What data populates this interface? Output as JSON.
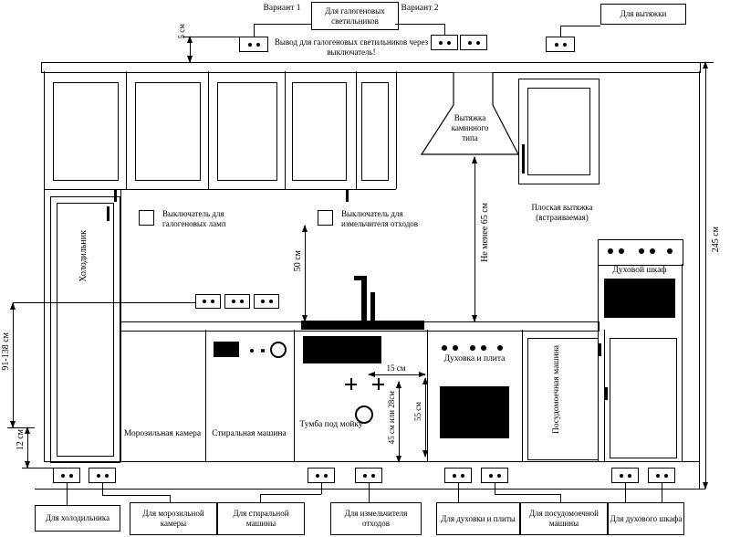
{
  "colors": {
    "line": "#000000",
    "background": "#ffffff"
  },
  "top": {
    "variant1": "Вариант 1",
    "variant2": "Вариант 2",
    "halogen_box": "Для галогеновых светильников",
    "hood_box": "Для вытяжки",
    "note": "Вывод для галогеновых светильников через выключатель!"
  },
  "wall": {
    "chimney_hood": "Вытяжка каминного типа",
    "flat_hood": "Плоская вытяжка (встраиваемая)",
    "switch_halogen": "Выключатель для галогеновых ламп",
    "switch_grinder": "Выключатель для измельчителя отходов",
    "oven_label": "Духовой шкаф"
  },
  "base": {
    "fridge": "Холодильник",
    "freezer": "Морозильная камера",
    "washer": "Стиральная машина",
    "sink_cabinet": "Тумба под мойку",
    "stove": "Духовка и плита",
    "dishwasher": "Посудомоечная машина"
  },
  "dimensions": {
    "d5": "5 см",
    "d50": "50 см",
    "d65": "Не менее 65 см",
    "d245": "245 см",
    "d91": "91-138 см",
    "d12": "12 см",
    "d15": "15 см",
    "d45": "45 см или 28см",
    "d55": "55 см"
  },
  "bottom_labels": [
    "Для холодильника",
    "Для морозильной камеры",
    "Для стиральной машины",
    "Для измельчителя отходов",
    "Для духовки и плиты",
    "Для посудомоечной машины",
    "Для духового шкафа"
  ],
  "icons": {
    "socket": "double-pin power outlet",
    "switch": "square wall switch",
    "knob": "round control knob",
    "valve": "cross valve mark"
  }
}
